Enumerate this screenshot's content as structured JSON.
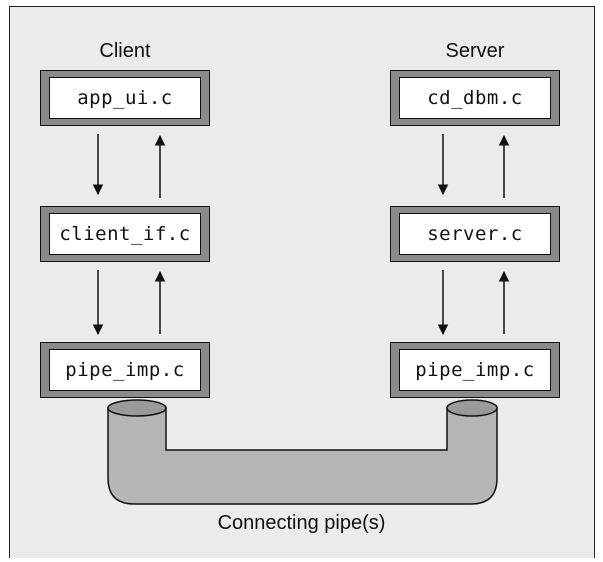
{
  "client": {
    "title": "Client",
    "modules": [
      "app_ui.c",
      "client_if.c",
      "pipe_imp.c"
    ]
  },
  "server": {
    "title": "Server",
    "modules": [
      "cd_dbm.c",
      "server.c",
      "pipe_imp.c"
    ]
  },
  "pipe": {
    "caption": "Connecting pipe(s)"
  },
  "colors": {
    "background": "#ebebeb",
    "box_border": "#8a8a8a",
    "pipe_fill": "#b5b5b5",
    "pipe_top": "#9a9a9a"
  }
}
